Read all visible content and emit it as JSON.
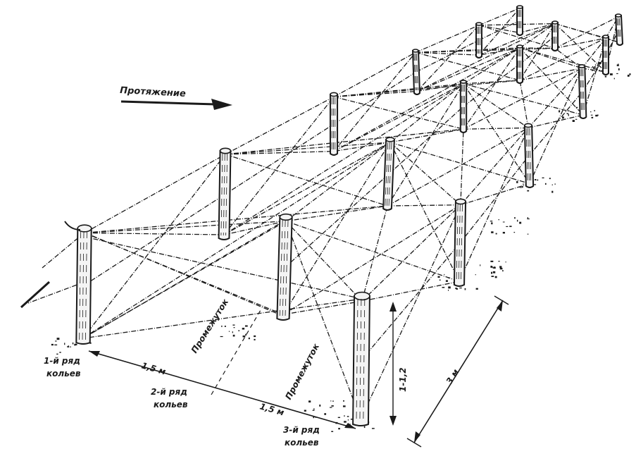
{
  "diagram": {
    "direction_label": "Протяжение",
    "rows": {
      "row1": {
        "line1": "1-й ряд",
        "line2": "кольев"
      },
      "row2": {
        "line1": "2-й ряд",
        "line2": "кольев"
      },
      "row3": {
        "line1": "3-й ряд",
        "line2": "кольев"
      }
    },
    "passage_labels": {
      "left": "Промежуток",
      "right": "Промежуток"
    },
    "dimensions": {
      "spacing_1": "1,5 м",
      "spacing_2": "1,5 м",
      "post_height": "1-1,2",
      "post_distance": "3 м"
    },
    "colors": {
      "ink": "#1a1a1a",
      "paper": "#ffffff",
      "post_fill": "#f4f4f4"
    }
  }
}
